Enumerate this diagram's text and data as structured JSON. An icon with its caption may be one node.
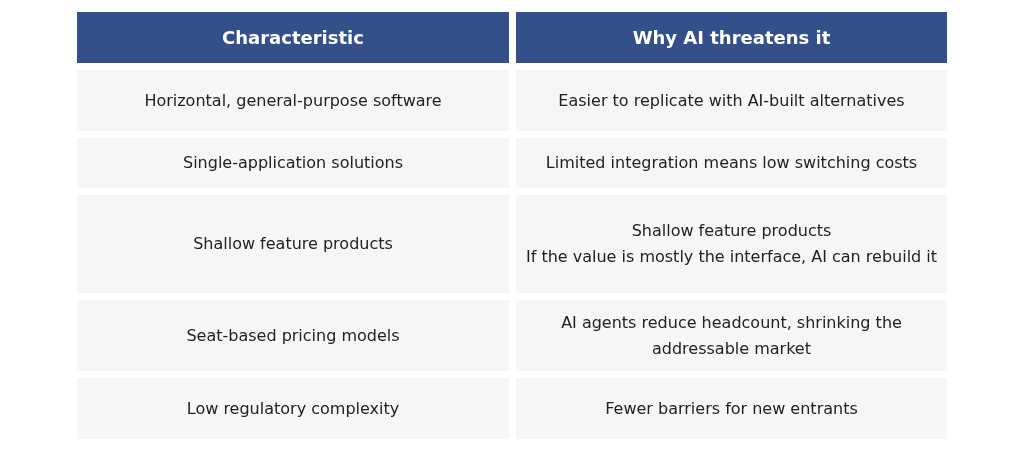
{
  "diagram": {
    "labels": [
      "Characteristic",
      "Why AI threatens it",
      "Horizontal, general-purpose software",
      "Easier to replicate with AI-built alternatives",
      "Single-application solutions",
      "Limited integration means low switching costs",
      "Shallow feature products",
      "Shallow feature products",
      "If the value is mostly the interface, AI can rebuild it",
      "Seat-based pricing models",
      "AI agents reduce headcount, shrinking the addressable market",
      "Low regulatory complexity",
      "Fewer barriers for new entrants"
    ]
  }
}
